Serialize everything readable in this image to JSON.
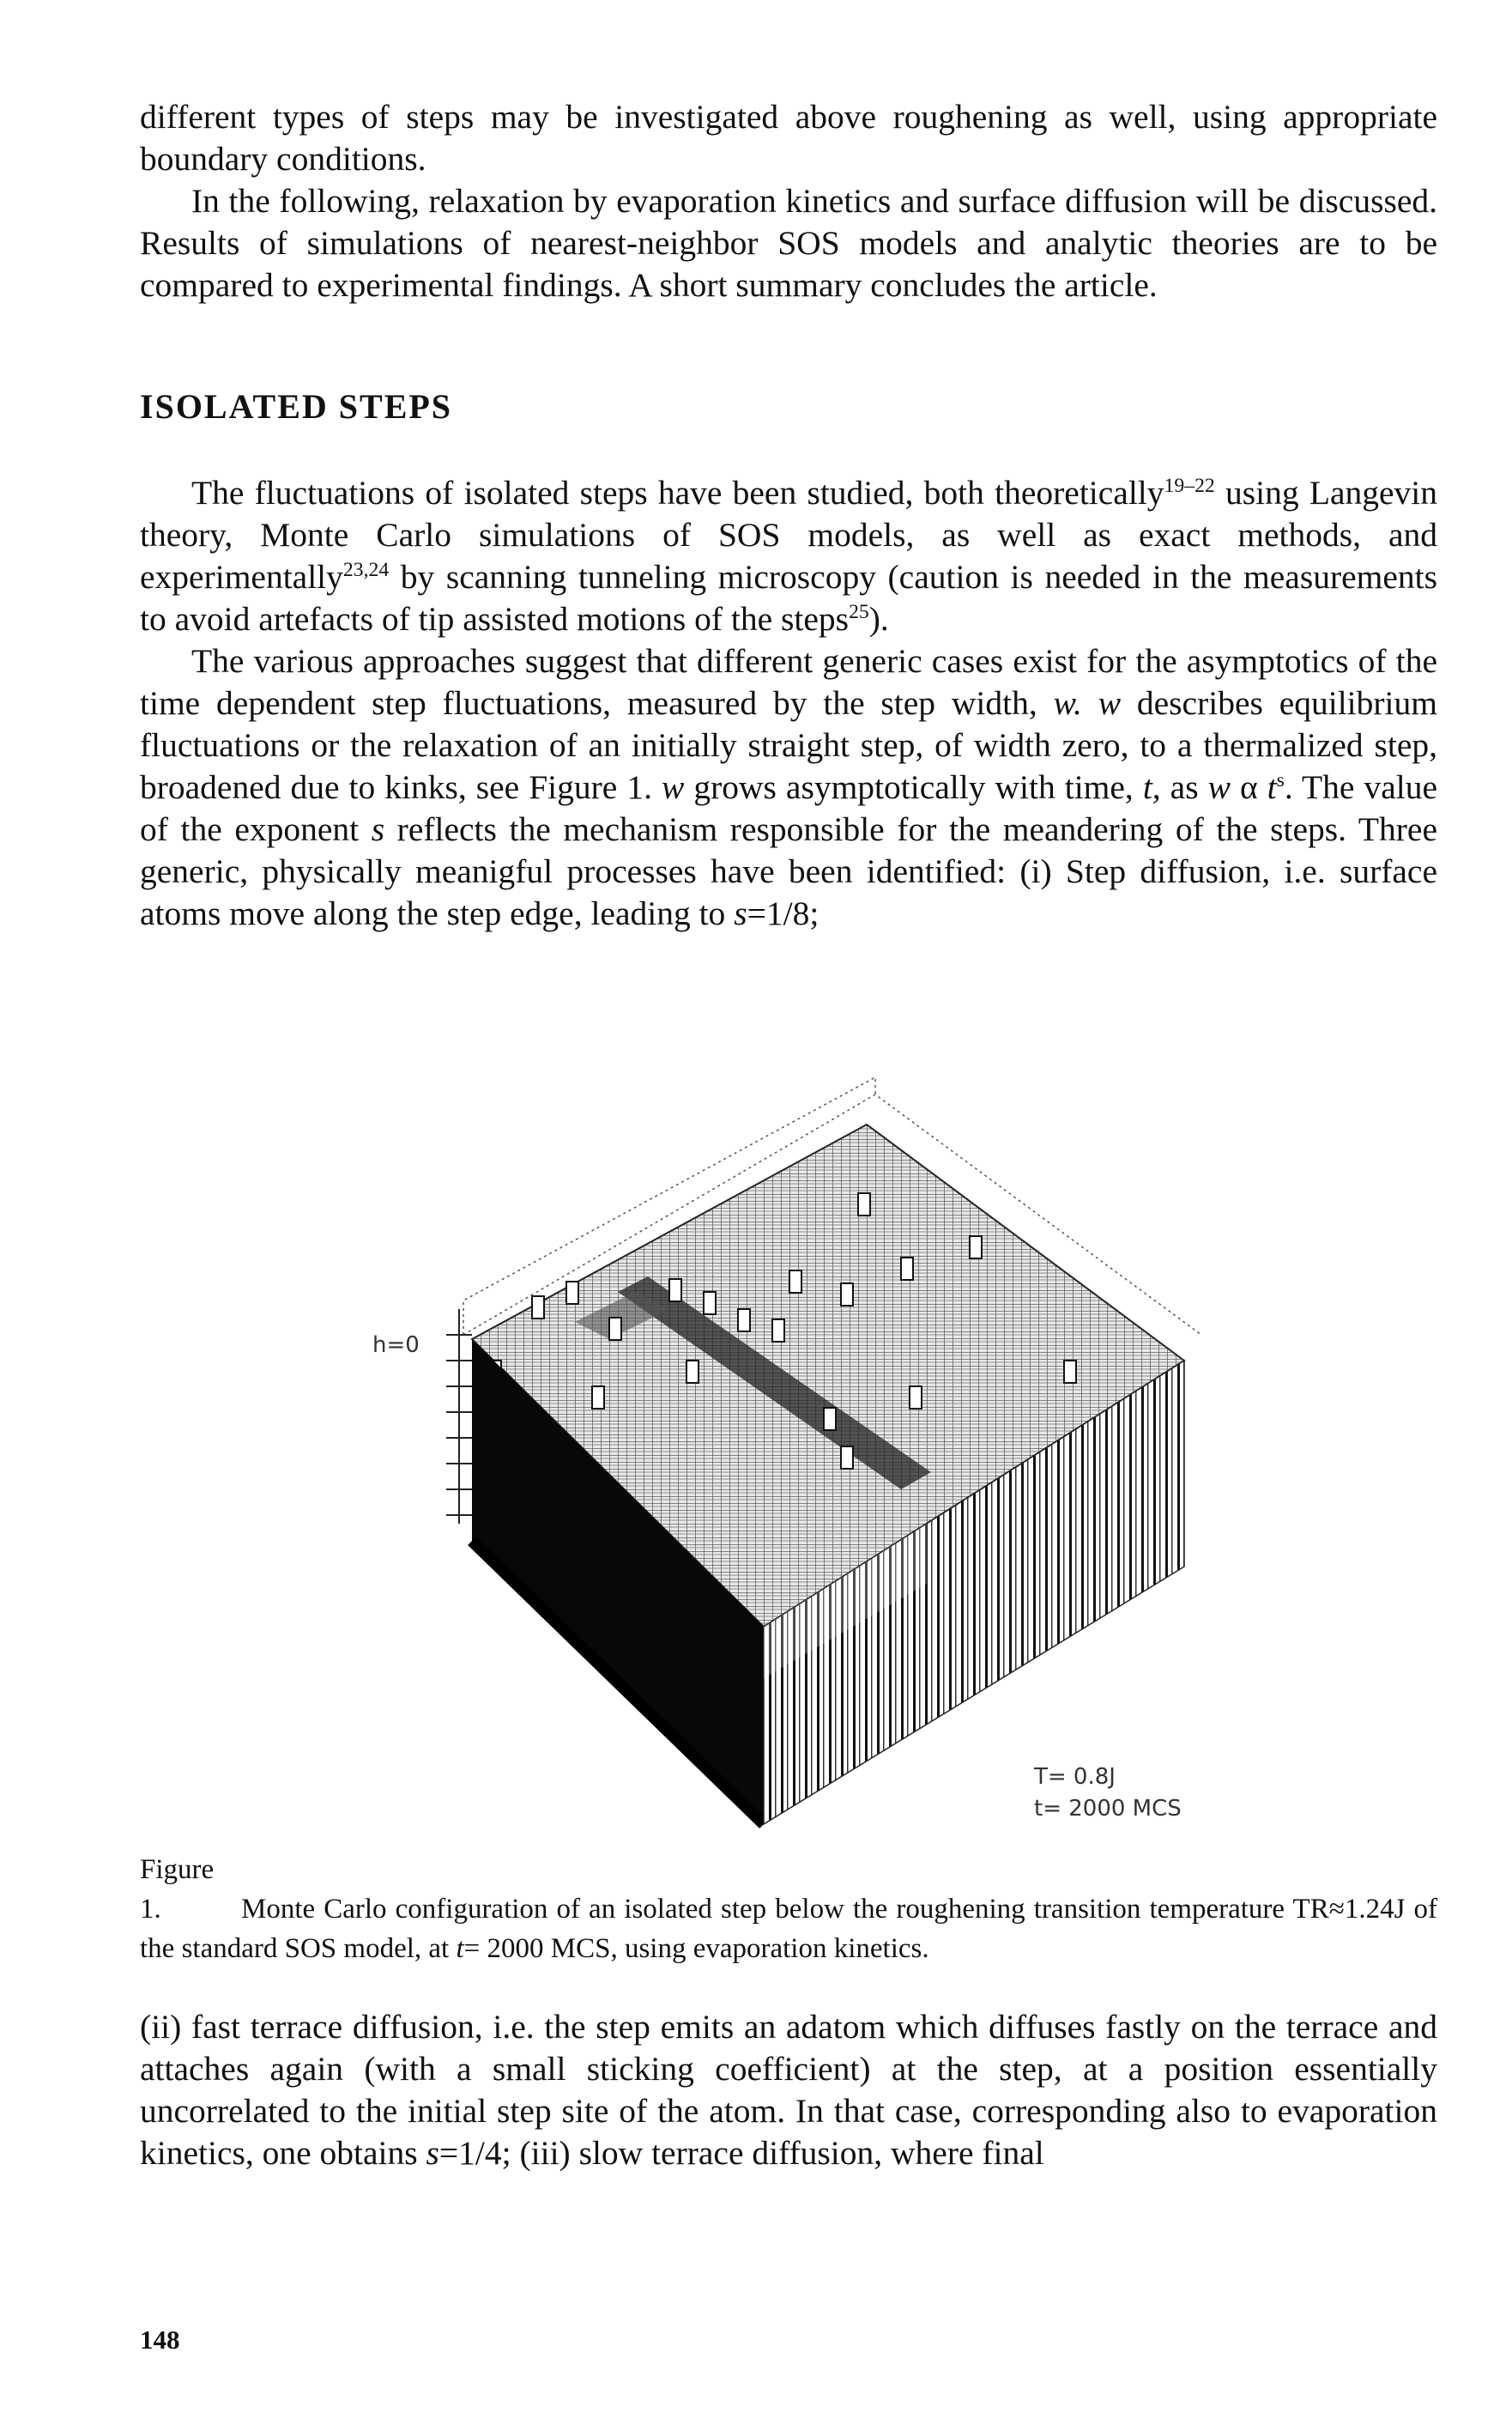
{
  "top": {
    "p1": "different types of steps may be investigated above roughening as well, using appropriate boundary conditions.",
    "p2": "In the following, relaxation by evaporation kinetics and surface diffusion will be discussed. Results of simulations of nearest-neighbor SOS models and analytic theories are to be compared to experimental findings. A short summary concludes the article."
  },
  "section": {
    "heading": "ISOLATED STEPS",
    "p3": {
      "a": "The fluctuations of isolated steps have been studied, both theoretically",
      "ref1": "19–22",
      "b": " using Langevin theory, Monte Carlo simulations of SOS models, as well as exact methods, and experimentally",
      "ref2": "23,24",
      "c": " by scanning tunneling microscopy (caution is needed in the measurements to avoid artefacts of tip assisted motions of the steps",
      "ref3": "25",
      "d": ")."
    },
    "p4": {
      "a": "The various approaches suggest that different generic cases exist for the asymptotics of the time dependent step fluctuations, measured by the step width, ",
      "w1": "w.",
      "b": " ",
      "w2": "w",
      "c": " describes equilibrium fluctuations or the relaxation of an initially straight step, of width zero, to a thermalized step, broadened due to kinks, see Figure 1. ",
      "w3": "w",
      "d": " grows asymptotically with time, ",
      "t1": "t,",
      "e": " as ",
      "w4": "w",
      "f": " α ",
      "t2": "t",
      "sup": "s",
      "g": ". The value of the exponent ",
      "s1": "s",
      "h": " reflects the mechanism responsible for the meandering of the steps. Three generic, physically meanigful processes have been identified: (i) Step diffusion, i.e. surface atoms move along the step edge, leading to ",
      "s2": "s",
      "i": "=1/8;"
    }
  },
  "figure": {
    "label_h": "h=0",
    "label_T": "T= 0.8J",
    "label_t": "t= 2000 MCS",
    "caption_label": "Figure 1.",
    "caption_a": "Monte Carlo configuration of an isolated step below the roughening transition temperature TR≈1.24J of the standard SOS model, at ",
    "caption_t": "t",
    "caption_b": "= 2000 MCS, using evaporation kinetics."
  },
  "bottom": {
    "p5a": "(ii) fast terrace diffusion, i.e. the step emits an adatom which diffuses fastly on the terrace and attaches again (with a small sticking coefficient) at the step, at a position essentially uncorrelated to the initial step site of the atom. In that case, corresponding also to evaporation kinetics, one obtains ",
    "s": "s",
    "p5b": "=1/4; (iii) slow terrace diffusion, where final"
  },
  "page_number": "148"
}
